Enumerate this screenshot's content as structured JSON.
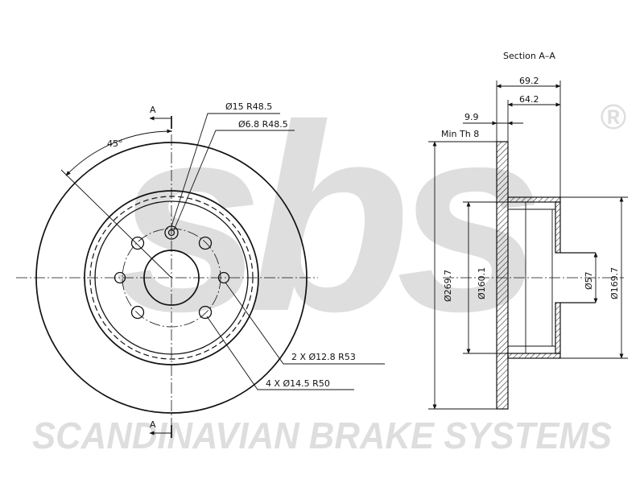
{
  "watermark": {
    "logo_text": "sbs",
    "registered_mark": "®",
    "brand_name": "SCANDINAVIAN BRAKE SYSTEMS",
    "color": "#dedede"
  },
  "front_view": {
    "section_marker_top": "A",
    "section_marker_bottom": "A",
    "angle_label": "45°",
    "callout_hole_15": "Ø15 R48.5",
    "callout_hole_6_8": "Ø6.8 R48.5",
    "callout_holes_12_8": "2 X Ø12.8 R53",
    "callout_holes_14_5": "4 X Ø14.5 R50"
  },
  "section_view": {
    "title": "Section A–A",
    "dim_overall_width": "69.2",
    "dim_hat_depth": "64.2",
    "dim_thickness": "9.9",
    "min_thickness": "Min Th 8",
    "dim_outer_diameter": "Ø269.7",
    "dim_hat_inner_diameter": "Ø160.1",
    "dim_center_bore": "Ø57",
    "dim_hat_outer_diameter": "Ø169.7"
  },
  "colors": {
    "line": "#111111",
    "background": "#ffffff"
  }
}
